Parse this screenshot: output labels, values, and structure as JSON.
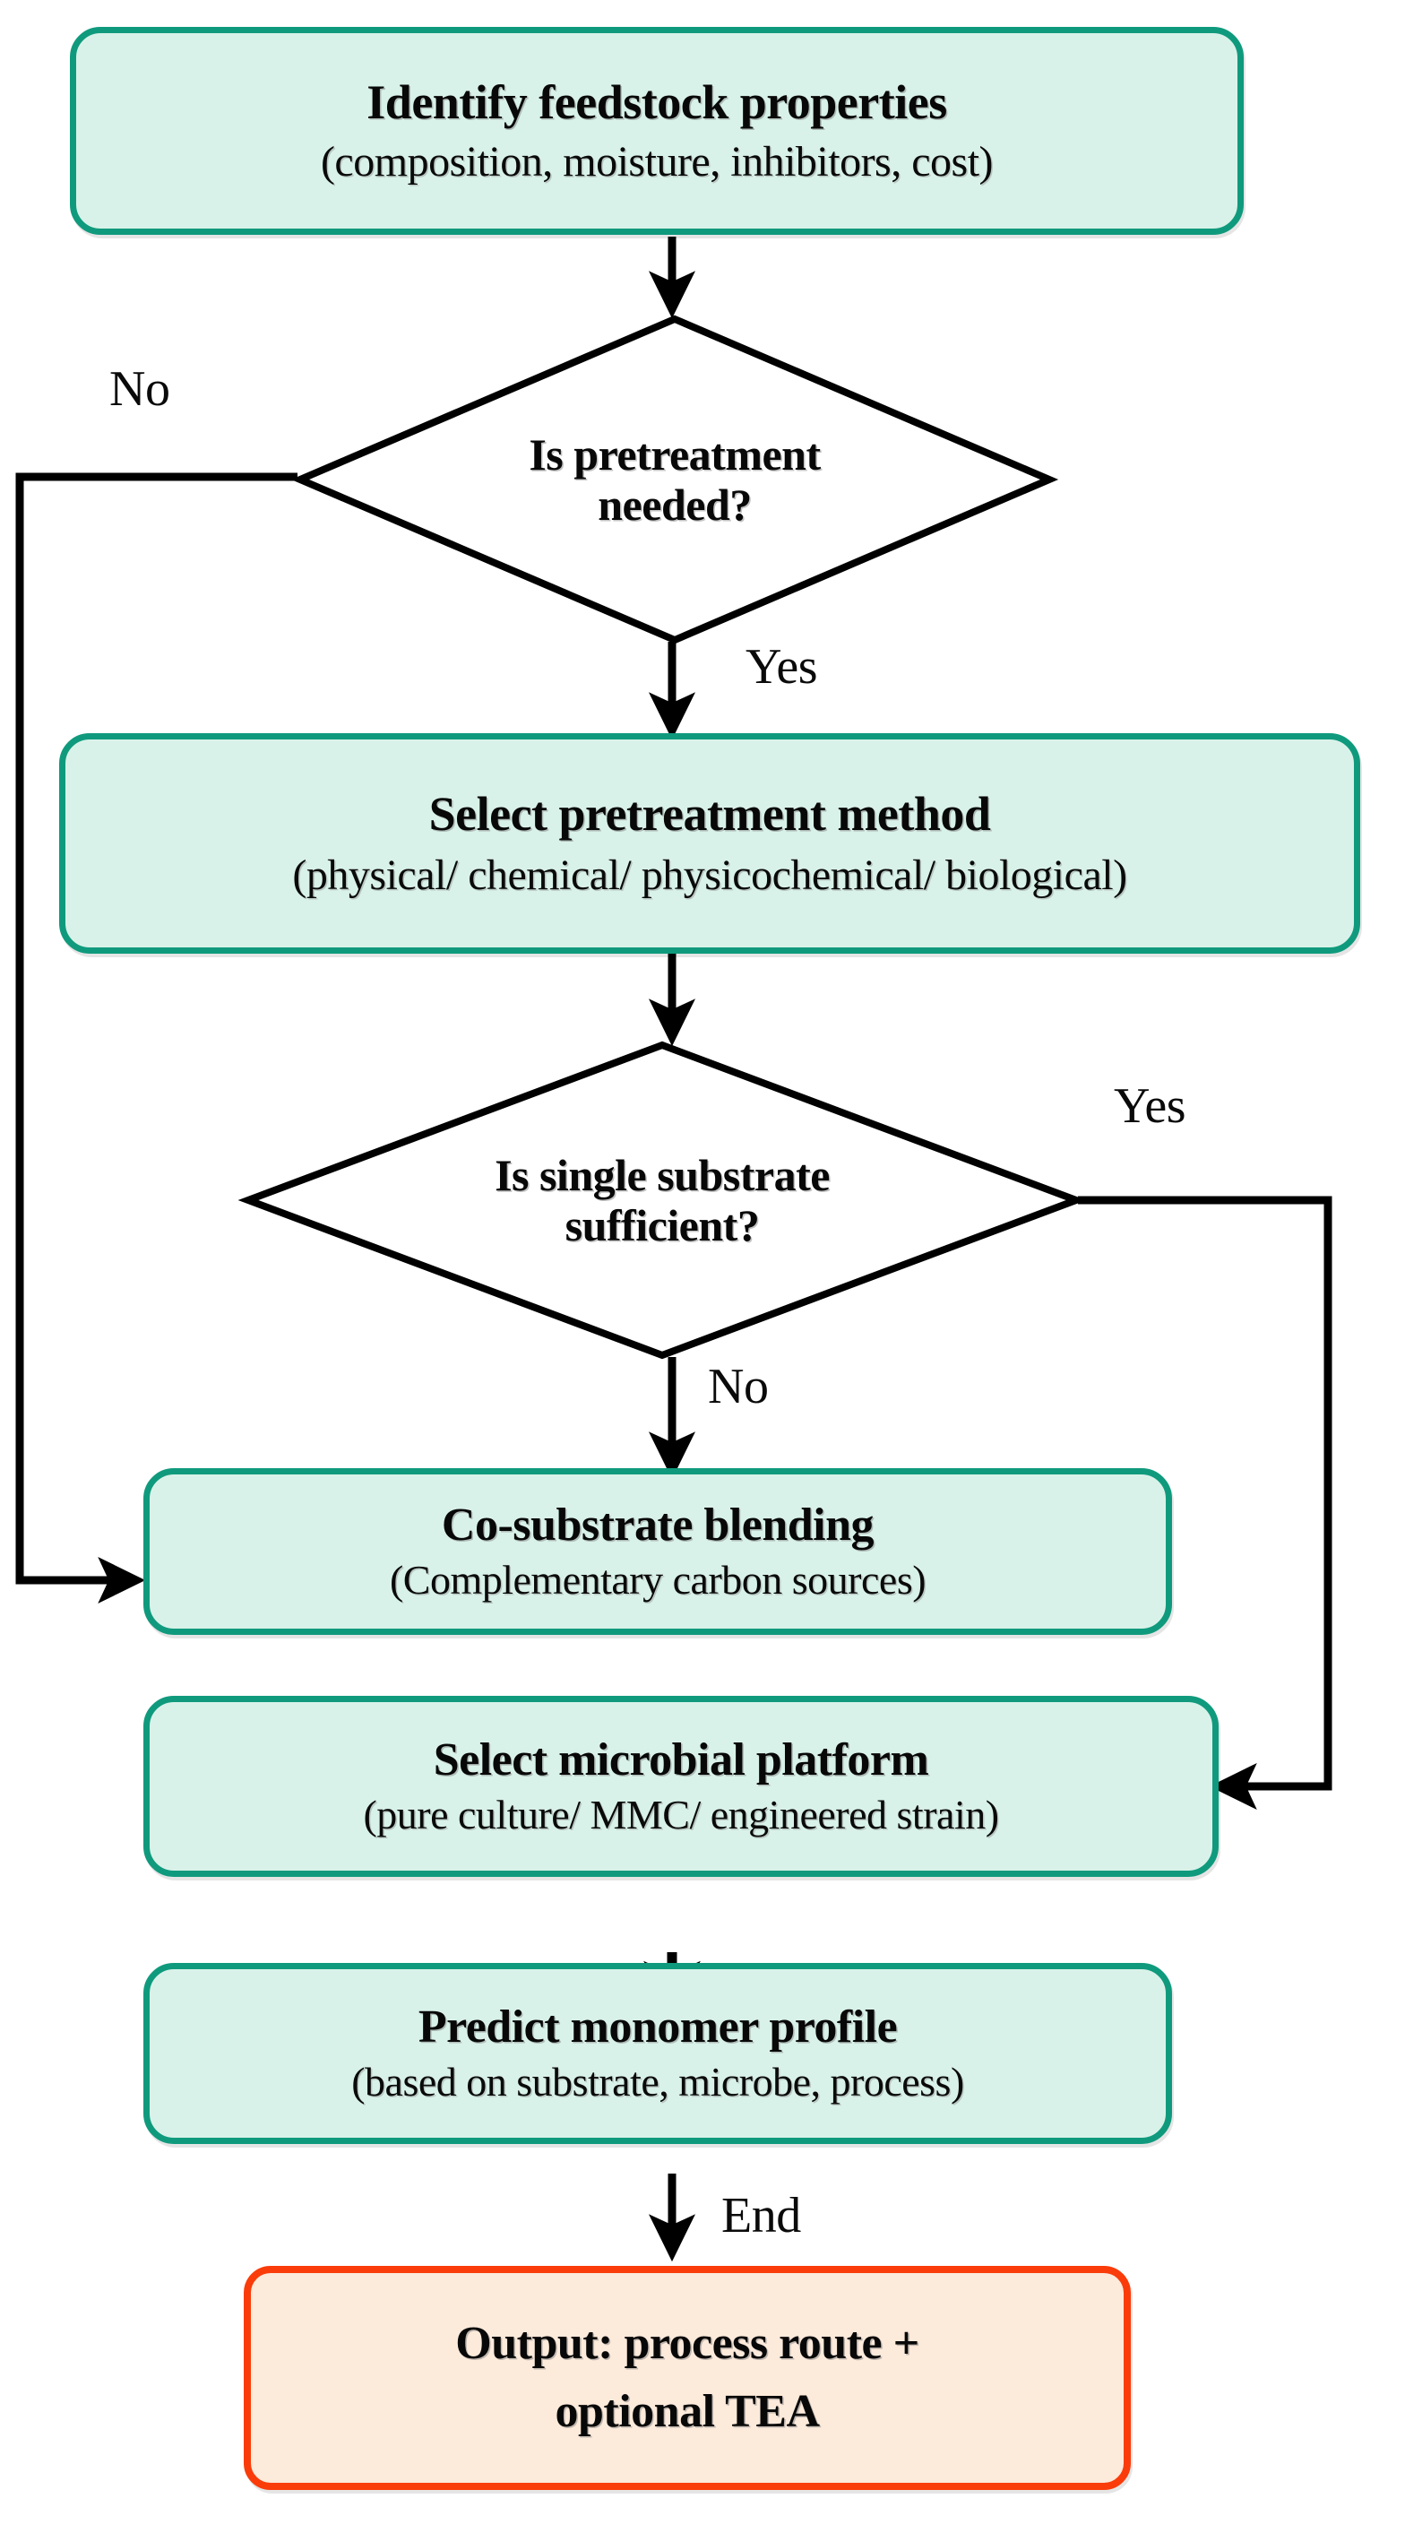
{
  "diagram": {
    "type": "flowchart",
    "orientation": "top-to-bottom",
    "title": "Feedstock to process route decision flowchart"
  },
  "palette": {
    "process_fill": "#d9f2e9",
    "process_border": "#109a7d",
    "terminal_fill": "#fceadb",
    "terminal_border": "#fa3c0a",
    "connector": "#000000",
    "text": "#080808",
    "background": "#ffffff"
  },
  "nodes": {
    "feedstock": {
      "shape": "rounded-rectangle",
      "title": "Identify feedstock properties",
      "subtitle": "(composition, moisture, inhibitors, cost)"
    },
    "pretreatment_decision": {
      "shape": "diamond",
      "line1": "Is pretreatment",
      "line2": "needed?"
    },
    "pretreatment_method": {
      "shape": "rounded-rectangle",
      "title": "Select pretreatment method",
      "subtitle": "(physical/ chemical/ physicochemical/ biological)"
    },
    "substrate_decision": {
      "shape": "diamond",
      "line1": "Is single substrate",
      "line2": "sufficient?"
    },
    "co_substrate": {
      "shape": "rounded-rectangle",
      "title": "Co-substrate blending",
      "subtitle": "(Complementary carbon sources)"
    },
    "microbial_platform": {
      "shape": "rounded-rectangle",
      "title": "Select microbial platform",
      "subtitle": "(pure culture/ MMC/ engineered strain)"
    },
    "monomer_profile": {
      "shape": "rounded-rectangle",
      "title": "Predict monomer profile",
      "subtitle": "(based on substrate, microbe, process)"
    },
    "output": {
      "shape": "rounded-rectangle-terminal",
      "line1": "Output: process route +",
      "line2": "optional TEA"
    }
  },
  "edges": [
    {
      "id": "e1",
      "from": "feedstock",
      "to": "pretreatment_decision",
      "label": ""
    },
    {
      "id": "e2",
      "from": "pretreatment_decision",
      "to": "co_substrate",
      "label": "No",
      "side": "left"
    },
    {
      "id": "e3",
      "from": "pretreatment_decision",
      "to": "pretreatment_method",
      "label": "Yes",
      "side": "bottom"
    },
    {
      "id": "e4",
      "from": "pretreatment_method",
      "to": "substrate_decision",
      "label": ""
    },
    {
      "id": "e5",
      "from": "substrate_decision",
      "to": "microbial_platform",
      "label": "Yes",
      "side": "right"
    },
    {
      "id": "e6",
      "from": "substrate_decision",
      "to": "co_substrate",
      "label": "No",
      "side": "bottom"
    },
    {
      "id": "e7",
      "from": "co_substrate",
      "to": "microbial_platform",
      "label": ""
    },
    {
      "id": "e8",
      "from": "microbial_platform",
      "to": "monomer_profile",
      "label": ""
    },
    {
      "id": "e9",
      "from": "monomer_profile",
      "to": "output",
      "label": "End"
    }
  ],
  "labels": {
    "no_pretreatment": "No",
    "yes_pretreatment": "Yes",
    "yes_substrate": "Yes",
    "no_substrate": "No",
    "end": "End"
  }
}
